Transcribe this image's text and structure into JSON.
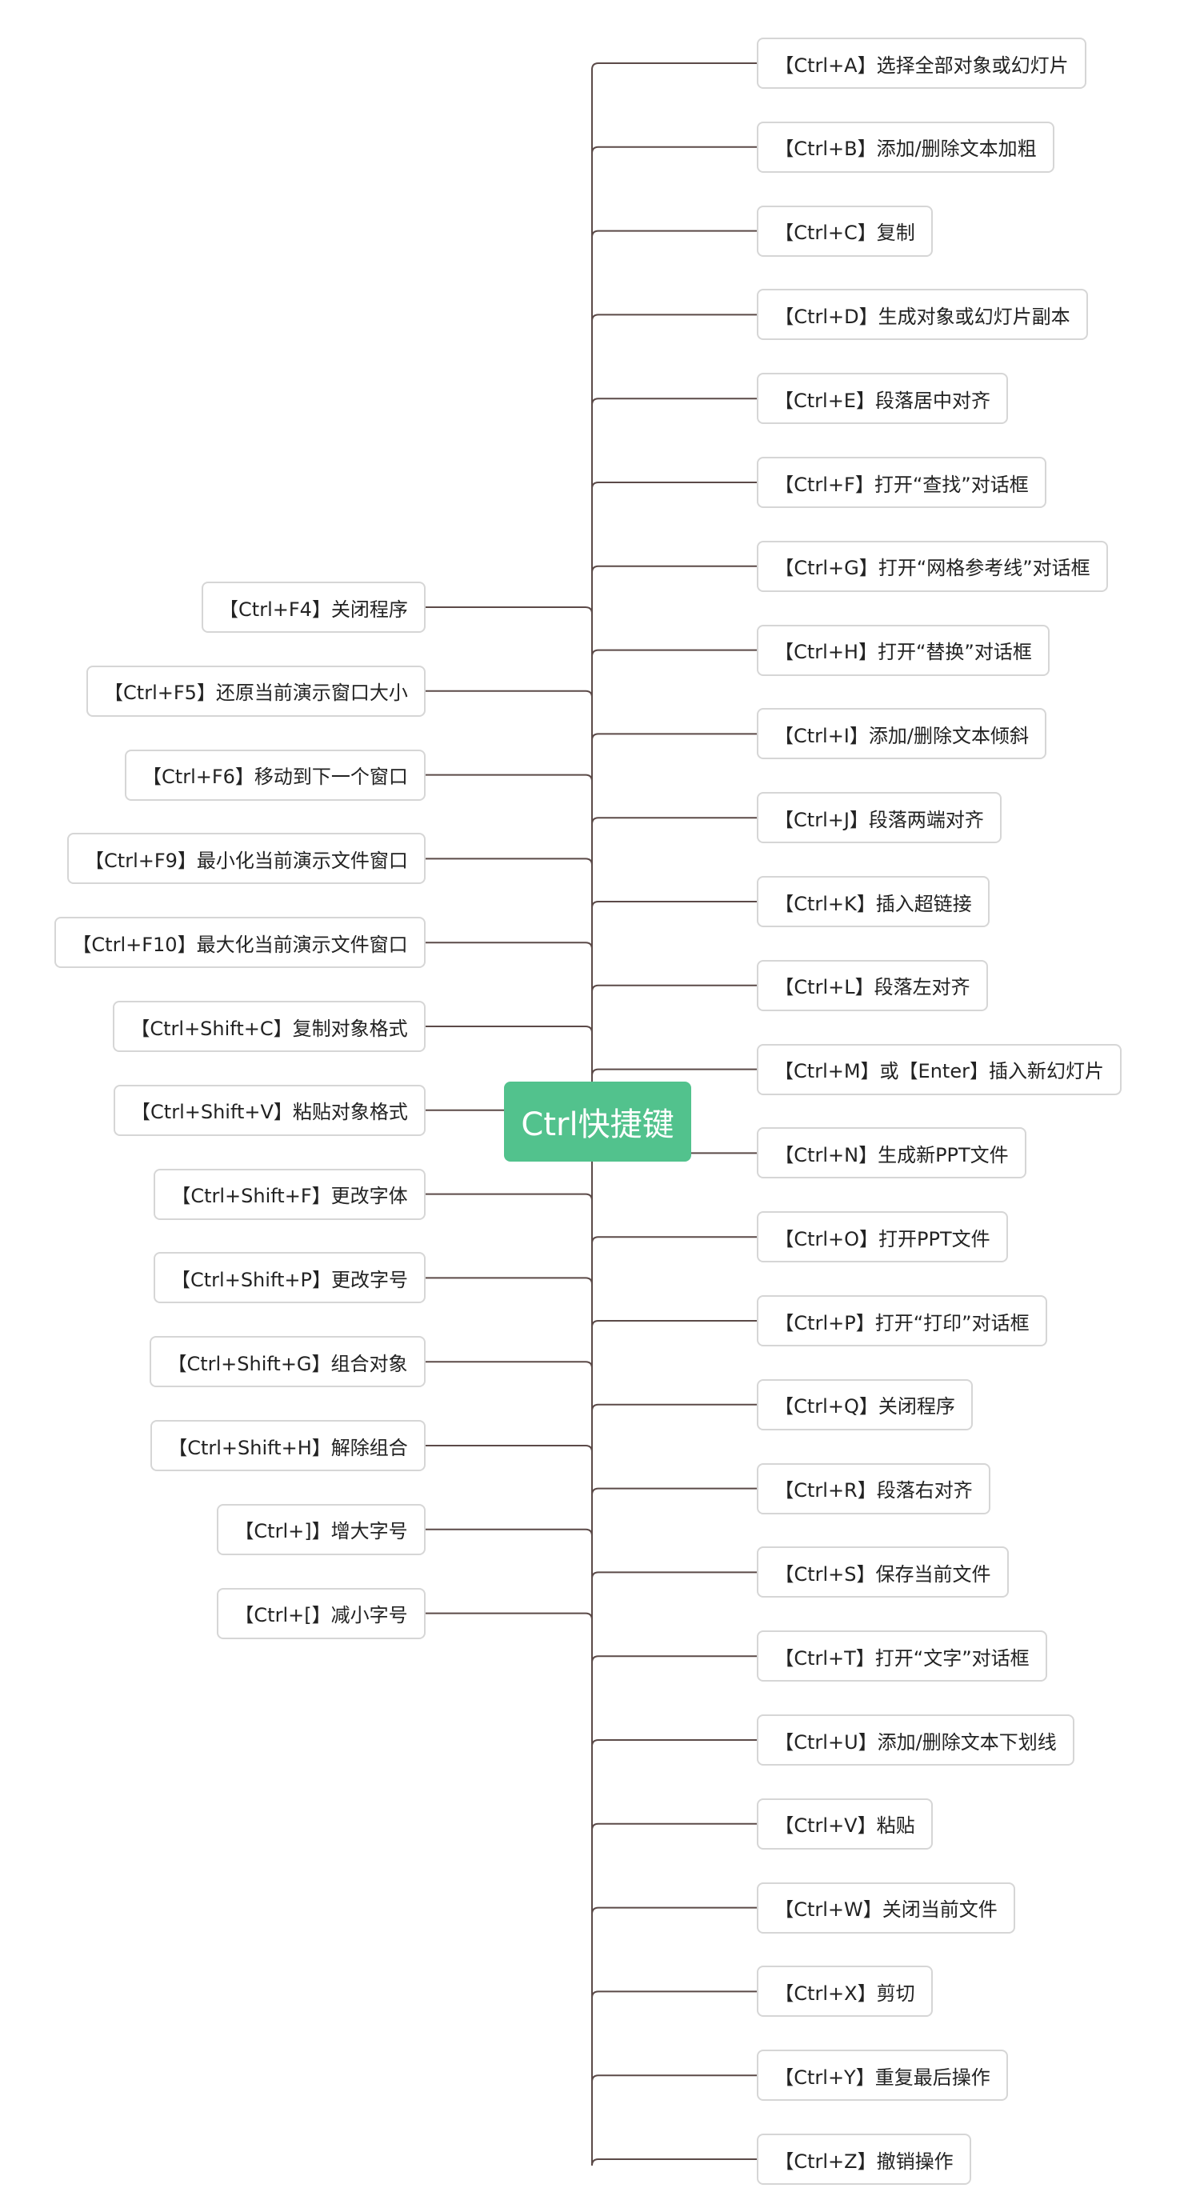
{
  "center": {
    "label": "Ctrl快捷键",
    "color": "#52c28d"
  },
  "line_color": "#5b4a48",
  "right_items": [
    "【Ctrl+A】选择全部对象或幻灯片",
    "【Ctrl+B】添加/删除文本加粗",
    "【Ctrl+C】复制",
    "【Ctrl+D】生成对象或幻灯片副本",
    "【Ctrl+E】段落居中对齐",
    "【Ctrl+F】打开“查找”对话框",
    "【Ctrl+G】打开“网格参考线”对话框",
    "【Ctrl+H】打开“替换”对话框",
    "【Ctrl+I】添加/删除文本倾斜",
    "【Ctrl+J】段落两端对齐",
    "【Ctrl+K】插入超链接",
    "【Ctrl+L】段落左对齐",
    "【Ctrl+M】或【Enter】插入新幻灯片",
    "【Ctrl+N】生成新PPT文件",
    "【Ctrl+O】打开PPT文件",
    "【Ctrl+P】打开“打印”对话框",
    "【Ctrl+Q】关闭程序",
    "【Ctrl+R】段落右对齐",
    "【Ctrl+S】保存当前文件",
    "【Ctrl+T】打开“文字”对话框",
    "【Ctrl+U】添加/删除文本下划线",
    "【Ctrl+V】粘贴",
    "【Ctrl+W】关闭当前文件",
    "【Ctrl+X】剪切",
    "【Ctrl+Y】重复最后操作",
    "【Ctrl+Z】撤销操作"
  ],
  "left_items": [
    "【Ctrl+F4】关闭程序",
    "【Ctrl+F5】还原当前演示窗口大小",
    "【Ctrl+F6】移动到下一个窗口",
    "【Ctrl+F9】最小化当前演示文件窗口",
    "【Ctrl+F10】最大化当前演示文件窗口",
    "【Ctrl+Shift+C】复制对象格式",
    "【Ctrl+Shift+V】粘贴对象格式",
    "【Ctrl+Shift+F】更改字体",
    "【Ctrl+Shift+P】更改字号",
    "【Ctrl+Shift+G】组合对象",
    "【Ctrl+Shift+H】解除组合",
    "【Ctrl+]】增大字号",
    "【Ctrl+[】减小字号"
  ]
}
